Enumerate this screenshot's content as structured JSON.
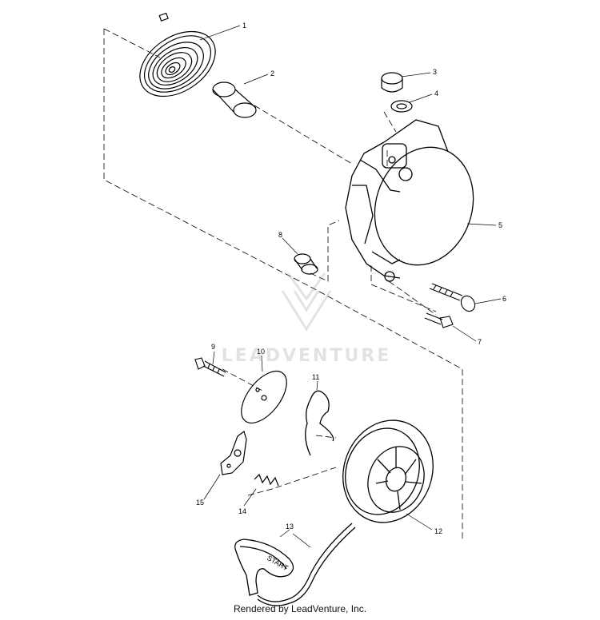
{
  "callouts": {
    "c1": "1",
    "c2": "2",
    "c3": "3",
    "c4": "4",
    "c5": "5",
    "c6": "6",
    "c7": "7",
    "c8": "8",
    "c9": "9",
    "c10": "10",
    "c11": "11",
    "c12": "12",
    "c13": "13",
    "c14": "14",
    "c15": "15"
  },
  "handle_label": "START",
  "watermark": {
    "brand": "LEADVENTURE"
  },
  "footer": "Rendered by LeadVenture, Inc."
}
